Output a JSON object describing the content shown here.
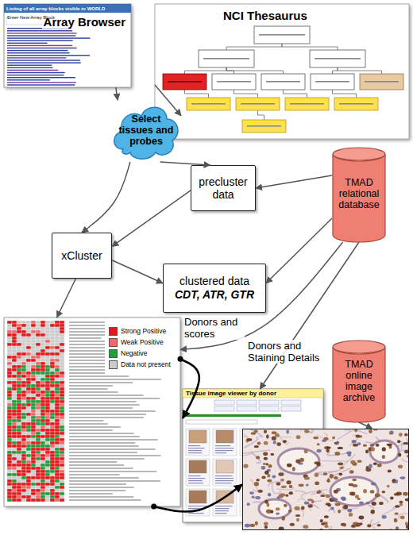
{
  "diagram": {
    "nodes": [
      {
        "text": [
          "Array Browser"
        ]
      },
      {
        "text": [
          "NCI Thesaurus"
        ]
      },
      {
        "text": [
          "Select tissues and probes"
        ]
      },
      {
        "text": [
          "precluster data"
        ]
      },
      {
        "text": [
          "TMAD relational database"
        ]
      },
      {
        "text": [
          "xCluster"
        ]
      },
      {
        "text": [
          "clustered data",
          "CDT, ATR, GTR"
        ]
      },
      {
        "text": []
      },
      {
        "text": [
          "TMAD online image archive"
        ]
      },
      {
        "text": [
          "Tissue image viewer by donor"
        ]
      },
      {
        "text": []
      }
    ],
    "edges": [
      {
        "from": 0,
        "to": 2,
        "arrow": "to"
      },
      {
        "from": 1,
        "to": 2,
        "arrow": "to"
      },
      {
        "from": 2,
        "to": 5,
        "arrow": "to"
      },
      {
        "from": 2,
        "to": 3,
        "arrow": "to"
      },
      {
        "from": 3,
        "to": 5,
        "arrow": "to"
      },
      {
        "from": 5,
        "to": 6,
        "arrow": "to"
      },
      {
        "from": 4,
        "to": 3,
        "arrow": "to"
      },
      {
        "from": 4,
        "to": 6,
        "arrow": "to"
      },
      {
        "from": 4,
        "to": 7,
        "label": "Donors and scores",
        "arrow": "to"
      },
      {
        "from": 4,
        "to": 9,
        "label": "Donors and Staining Details",
        "arrow": "to"
      },
      {
        "from": 5,
        "to": 7,
        "arrow": "to"
      },
      {
        "from": 8,
        "to": 10,
        "arrow": "to"
      },
      {
        "from": 7,
        "to": 9,
        "arrow": "to"
      },
      {
        "from": 7,
        "to": 10,
        "arrow": "to"
      }
    ],
    "labels": [
      "Listing of all array blocks visible to WORLD",
      "Enter New Array Block"
    ],
    "legend": [
      {
        "text": "Strong Positive",
        "color": "#e31a1c"
      },
      {
        "text": "Weak Positive",
        "color": "#ee6a6a"
      },
      {
        "text": "Negative",
        "color": "#1f9e3a"
      },
      {
        "text": "Data not present",
        "color": "#cccccc"
      }
    ]
  }
}
